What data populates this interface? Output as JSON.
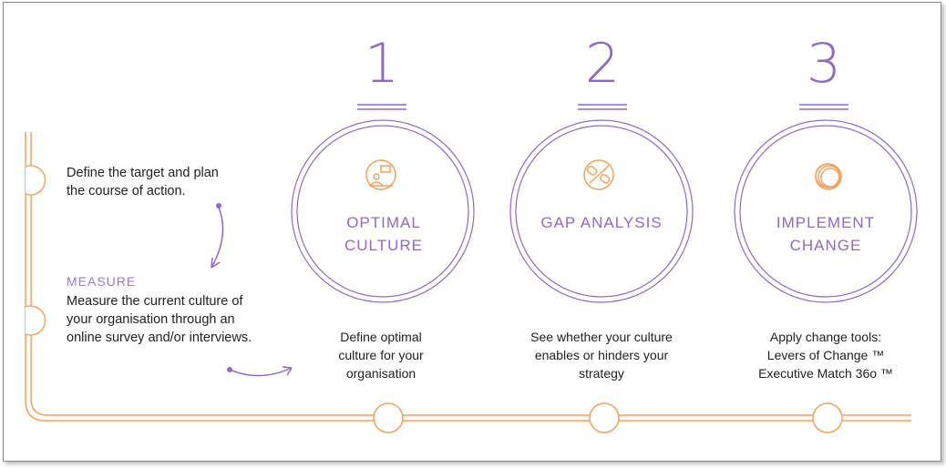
{
  "colors": {
    "orange": "#f0a35e",
    "purple": "#8e6bbf",
    "light_purple": "#9b7bc2",
    "text": "#222222"
  },
  "left": {
    "define_text": "Define the target and plan the course of action.",
    "measure_title": "MEASURE",
    "measure_text": "Measure the current culture of your organisation through an online survey and/or interviews."
  },
  "steps": [
    {
      "number": "1",
      "label": "OPTIMAL CULTURE",
      "icon": "people-presentation-icon",
      "description": "Define optimal culture for your organisation"
    },
    {
      "number": "2",
      "label": "GAP ANALYSIS",
      "icon": "broken-link-icon",
      "description": "See whether your culture enables or hinders your strategy"
    },
    {
      "number": "3",
      "label": "IMPLEMENT CHANGE",
      "icon": "circles-icon",
      "description": "Apply change tools: Levers of Change ™ Executive Match 36o ™"
    }
  ]
}
